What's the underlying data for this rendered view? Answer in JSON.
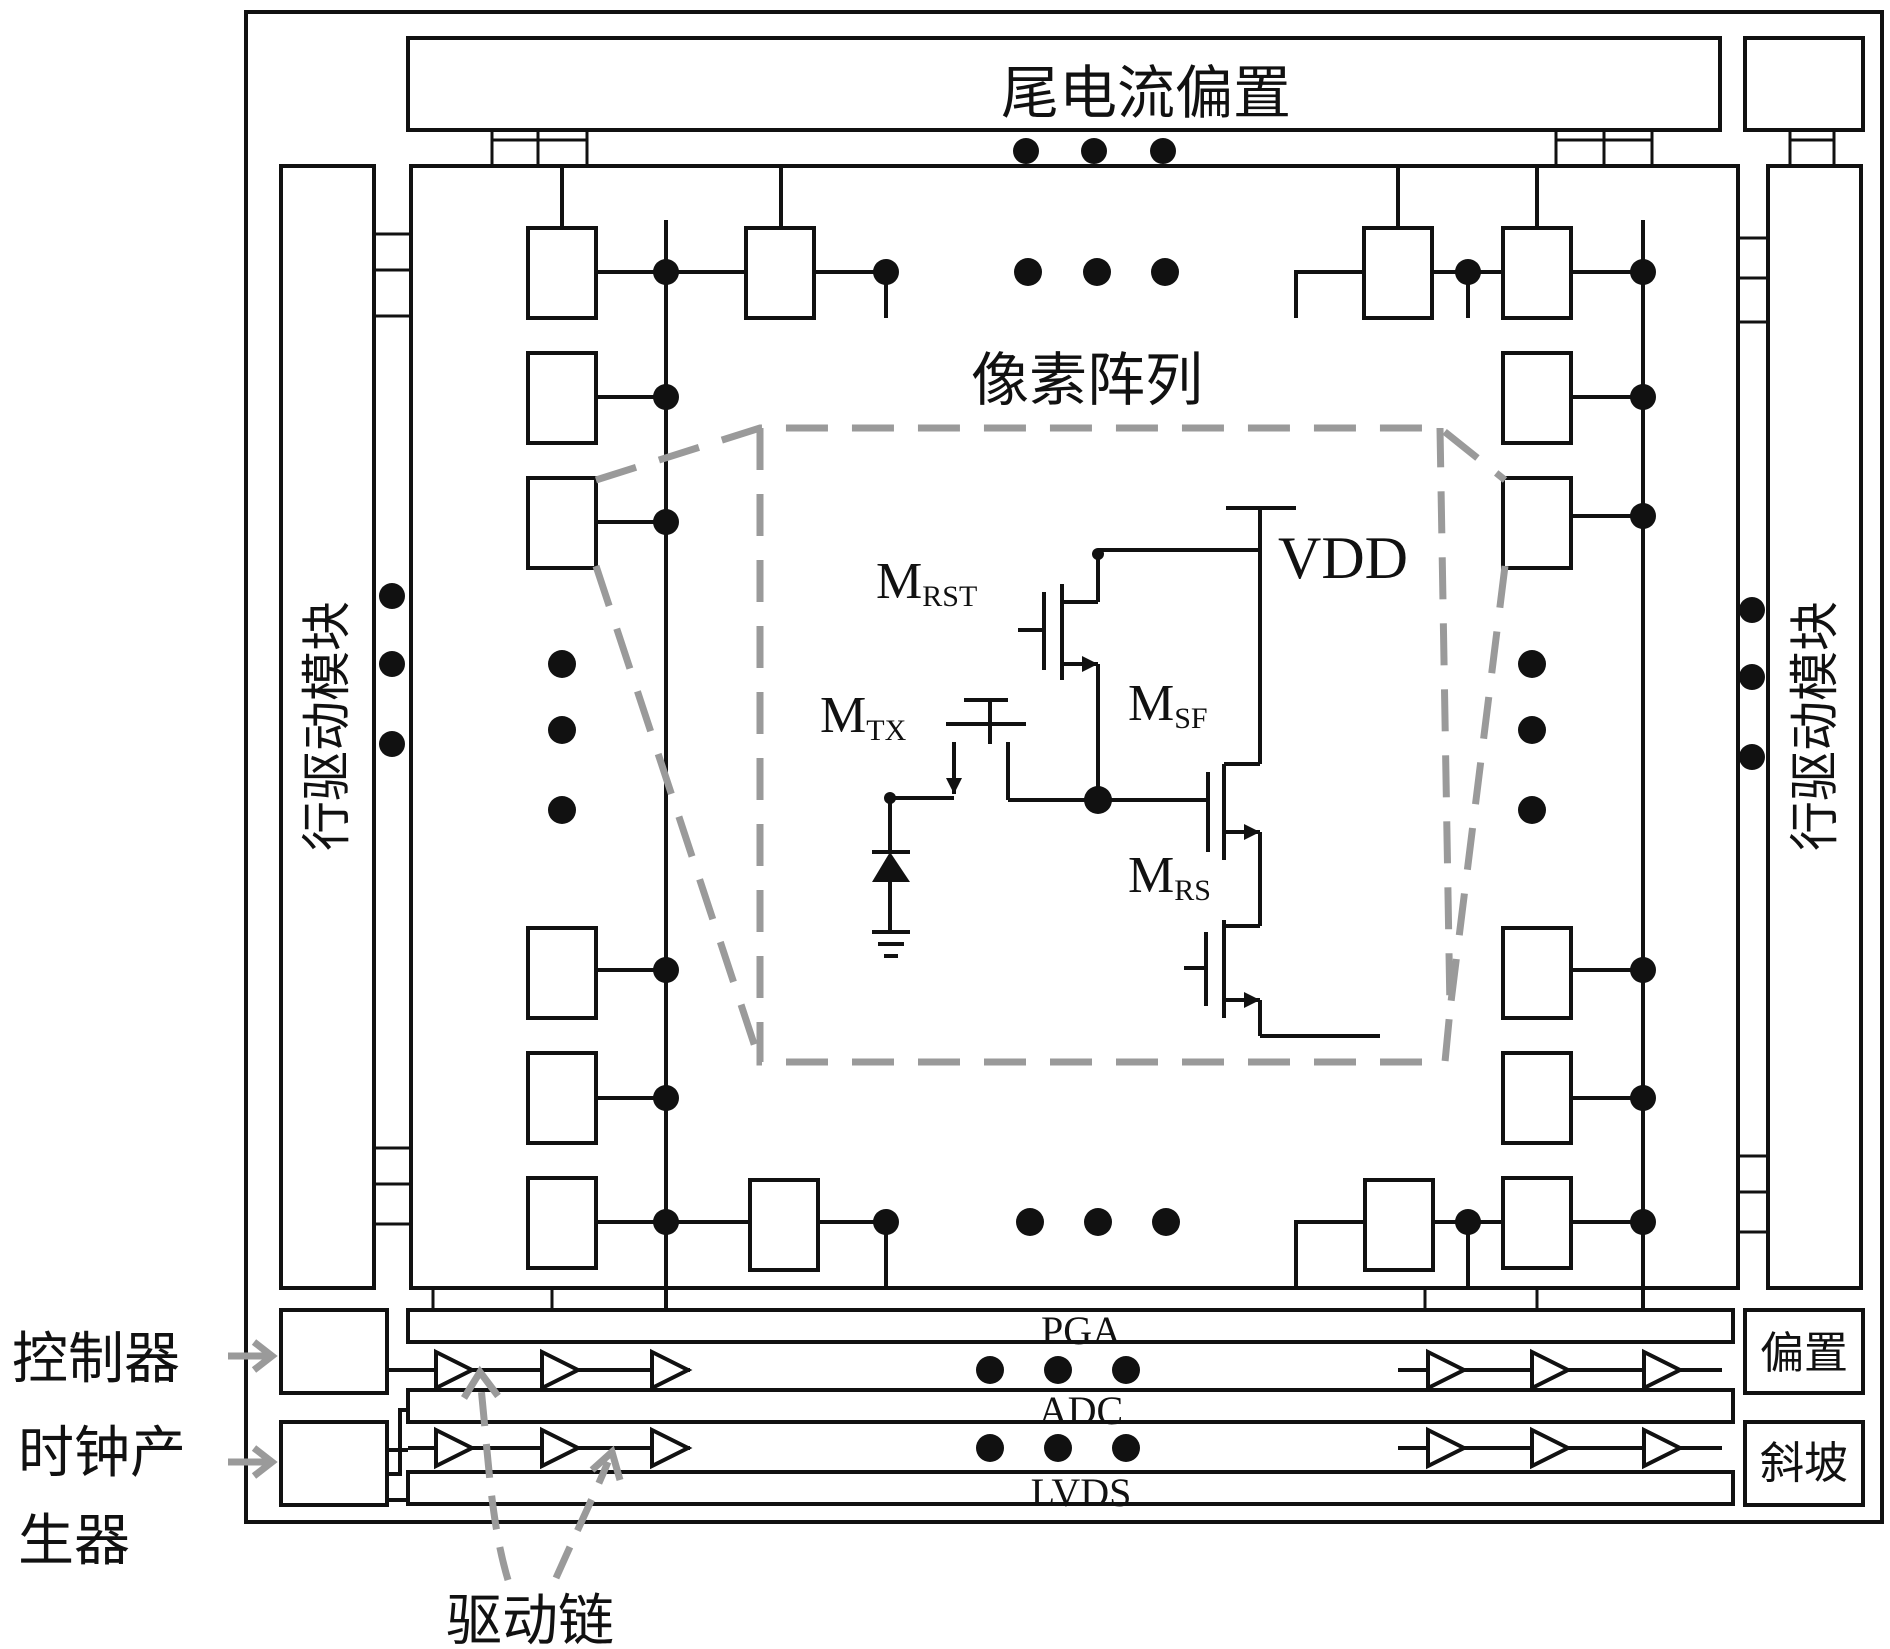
{
  "blocks": {
    "tail_current_bias": "尾电流偏置",
    "pixel_array": "像素阵列",
    "row_driver_left": "行驱动模块",
    "row_driver_right": "行驱动模块",
    "pga": "PGA",
    "adc": "ADC",
    "lvds": "LVDS",
    "bias": "偏置",
    "ramp": "斜坡"
  },
  "external_labels": {
    "controller": "控制器",
    "clock_gen_line1": "时钟产",
    "clock_gen_line2": "生器",
    "drive_chain": "驱动链"
  },
  "pixel_circuit": {
    "vdd": "VDD",
    "m_rst": "M",
    "m_rst_sub": "RST",
    "m_tx": "M",
    "m_tx_sub": "TX",
    "m_sf": "M",
    "m_sf_sub": "SF",
    "m_rs": "M",
    "m_rs_sub": "RS"
  },
  "colors": {
    "line": "#111111",
    "callout": "#9a9a9a"
  }
}
